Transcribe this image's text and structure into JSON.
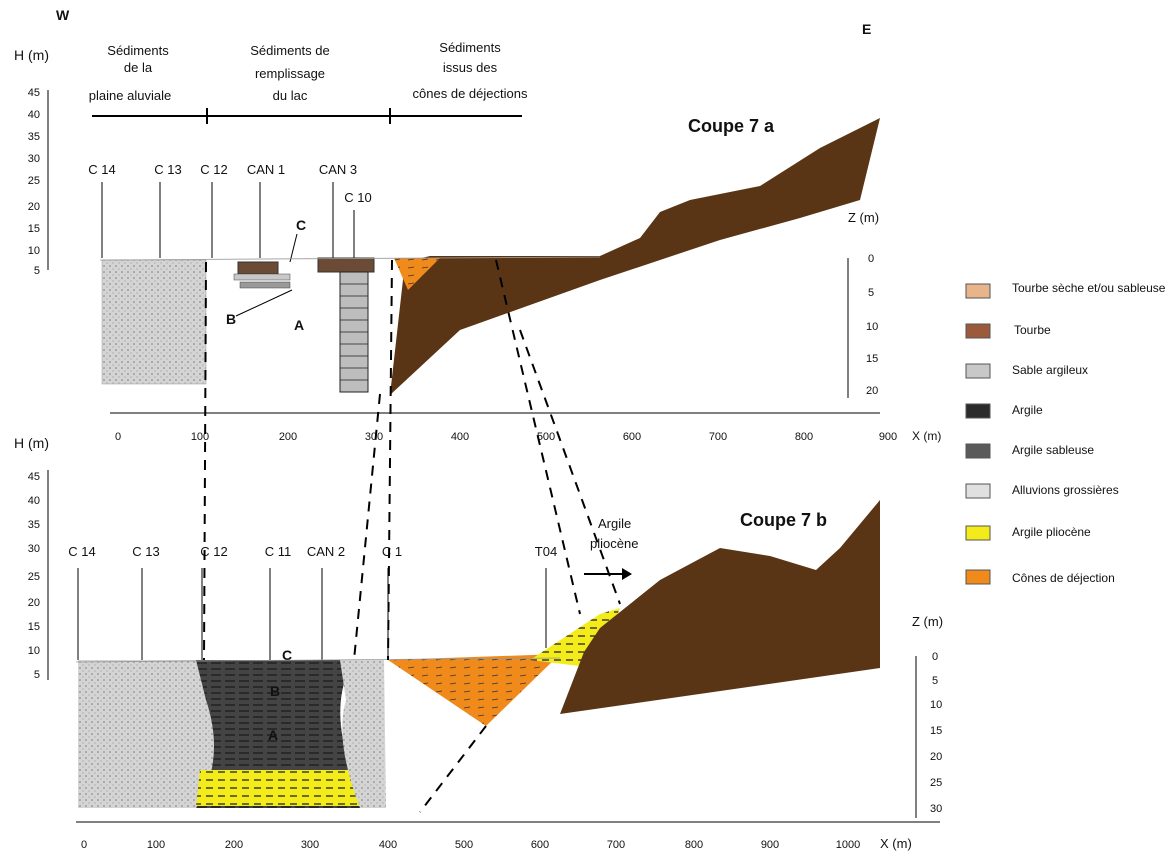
{
  "header": {
    "west": "W",
    "east": "E",
    "h_label_top": "H (m)",
    "zone_left": [
      "Sédiments",
      "de la",
      "plaine aluviale"
    ],
    "zone_mid": [
      "Sédiments de",
      "remplissage",
      "du lac"
    ],
    "zone_right": [
      "Sédiments",
      "issus des",
      "cônes de déjections"
    ]
  },
  "section_a": {
    "title": "Coupe 7 a",
    "y_label": "H (m)",
    "y_ticks": [
      "45",
      "40",
      "35",
      "30",
      "25",
      "20",
      "15",
      "10",
      "5"
    ],
    "x_ticks": [
      "0",
      "100",
      "200",
      "300",
      "400",
      "500",
      "600",
      "700",
      "800",
      "900"
    ],
    "x_unit": "X (m)",
    "z_label": "Z (m)",
    "z_ticks": [
      "0",
      "5",
      "10",
      "15",
      "20"
    ],
    "boreholes": [
      "C 14",
      "C 13",
      "C 12",
      "CAN 1",
      "CAN 3",
      "C 10"
    ],
    "letters": [
      "C",
      "B",
      "A"
    ]
  },
  "section_b": {
    "title": "Coupe 7 b",
    "y_label": "H (m)",
    "y_ticks": [
      "45",
      "40",
      "35",
      "30",
      "25",
      "20",
      "15",
      "10",
      "5"
    ],
    "x_ticks": [
      "0",
      "100",
      "200",
      "300",
      "400",
      "500",
      "600",
      "700",
      "800",
      "900",
      "1000"
    ],
    "x_unit": "X (m)",
    "z_label": "Z (m)",
    "z_ticks": [
      "0",
      "5",
      "10",
      "15",
      "20",
      "25",
      "30"
    ],
    "boreholes": [
      "C 14",
      "C 13",
      "C 12",
      "C 11",
      "CAN 2",
      "C 1",
      "T04"
    ],
    "letters": [
      "C",
      "B",
      "A"
    ],
    "annotation": [
      "Argile",
      "pliocène"
    ]
  },
  "legend": [
    {
      "label": "Tourbe sèche et/ou sableuse",
      "color": "#e8b48a"
    },
    {
      "label": "Tourbe",
      "color": "#9b5a3a"
    },
    {
      "label": "Sable argileux",
      "color": "#c8c8c8"
    },
    {
      "label": "Argile",
      "color": "#2b2b2b"
    },
    {
      "label": "Argile sableuse",
      "color": "#5a5a5a"
    },
    {
      "label": "Alluvions grossières",
      "color": "#e0e0e0"
    },
    {
      "label": "Argile pliocène",
      "color": "#f4ec1a"
    },
    {
      "label": "Cônes de déjection",
      "color": "#f08a1a"
    }
  ],
  "colors": {
    "bedrock": "#5a3515",
    "cone": "#f08a1a",
    "pliocene": "#f4ec1a",
    "gravel": "#c9c9c9",
    "clay": "#3e3e3e"
  }
}
